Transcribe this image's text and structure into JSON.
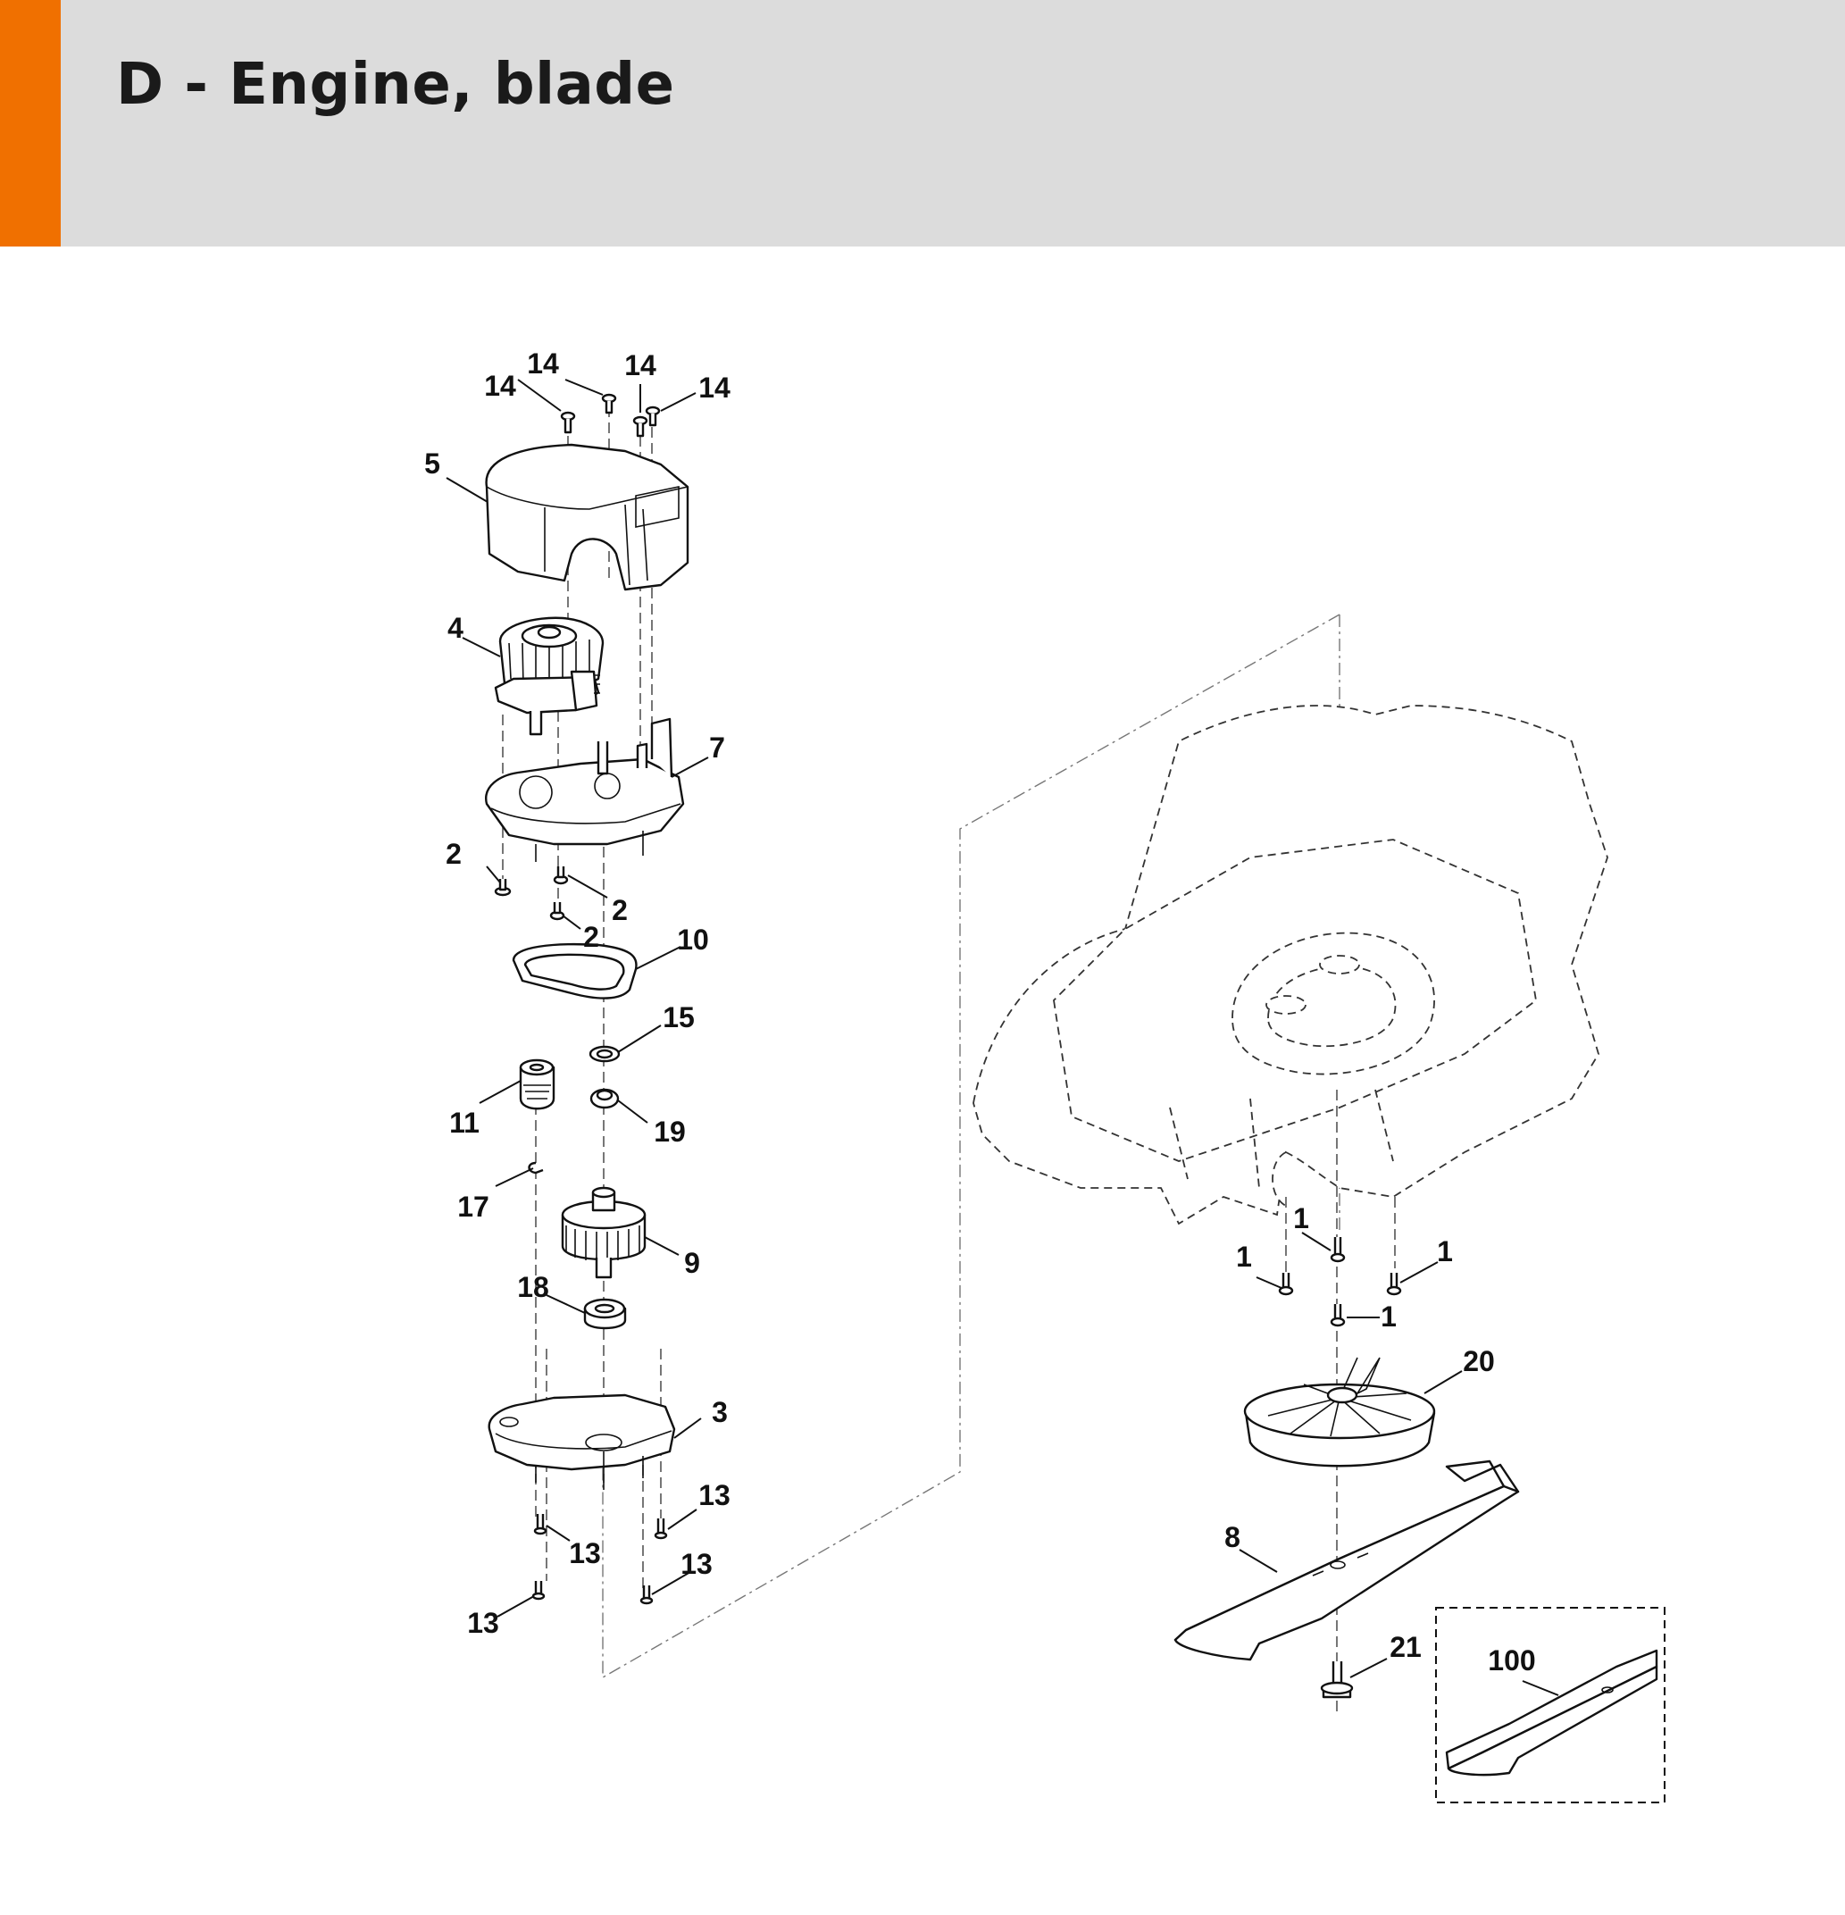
{
  "header": {
    "title": "D - Engine, blade",
    "accent_color": "#f07000",
    "background_color": "#dcdcdc"
  },
  "callouts": {
    "c14a": "14",
    "c14b": "14",
    "c14c": "14",
    "c14d": "14",
    "c5": "5",
    "c4": "4",
    "c7": "7",
    "c2a": "2",
    "c2b": "2",
    "c2c": "2",
    "c10": "10",
    "c15": "15",
    "c11": "11",
    "c19": "19",
    "c17": "17",
    "c9": "9",
    "c18": "18",
    "c3": "3",
    "c13a": "13",
    "c13b": "13",
    "c13c": "13",
    "c13d": "13",
    "c1a": "1",
    "c1b": "1",
    "c1c": "1",
    "c1d": "1",
    "c20": "20",
    "c8": "8",
    "c21": "21",
    "c100": "100"
  }
}
